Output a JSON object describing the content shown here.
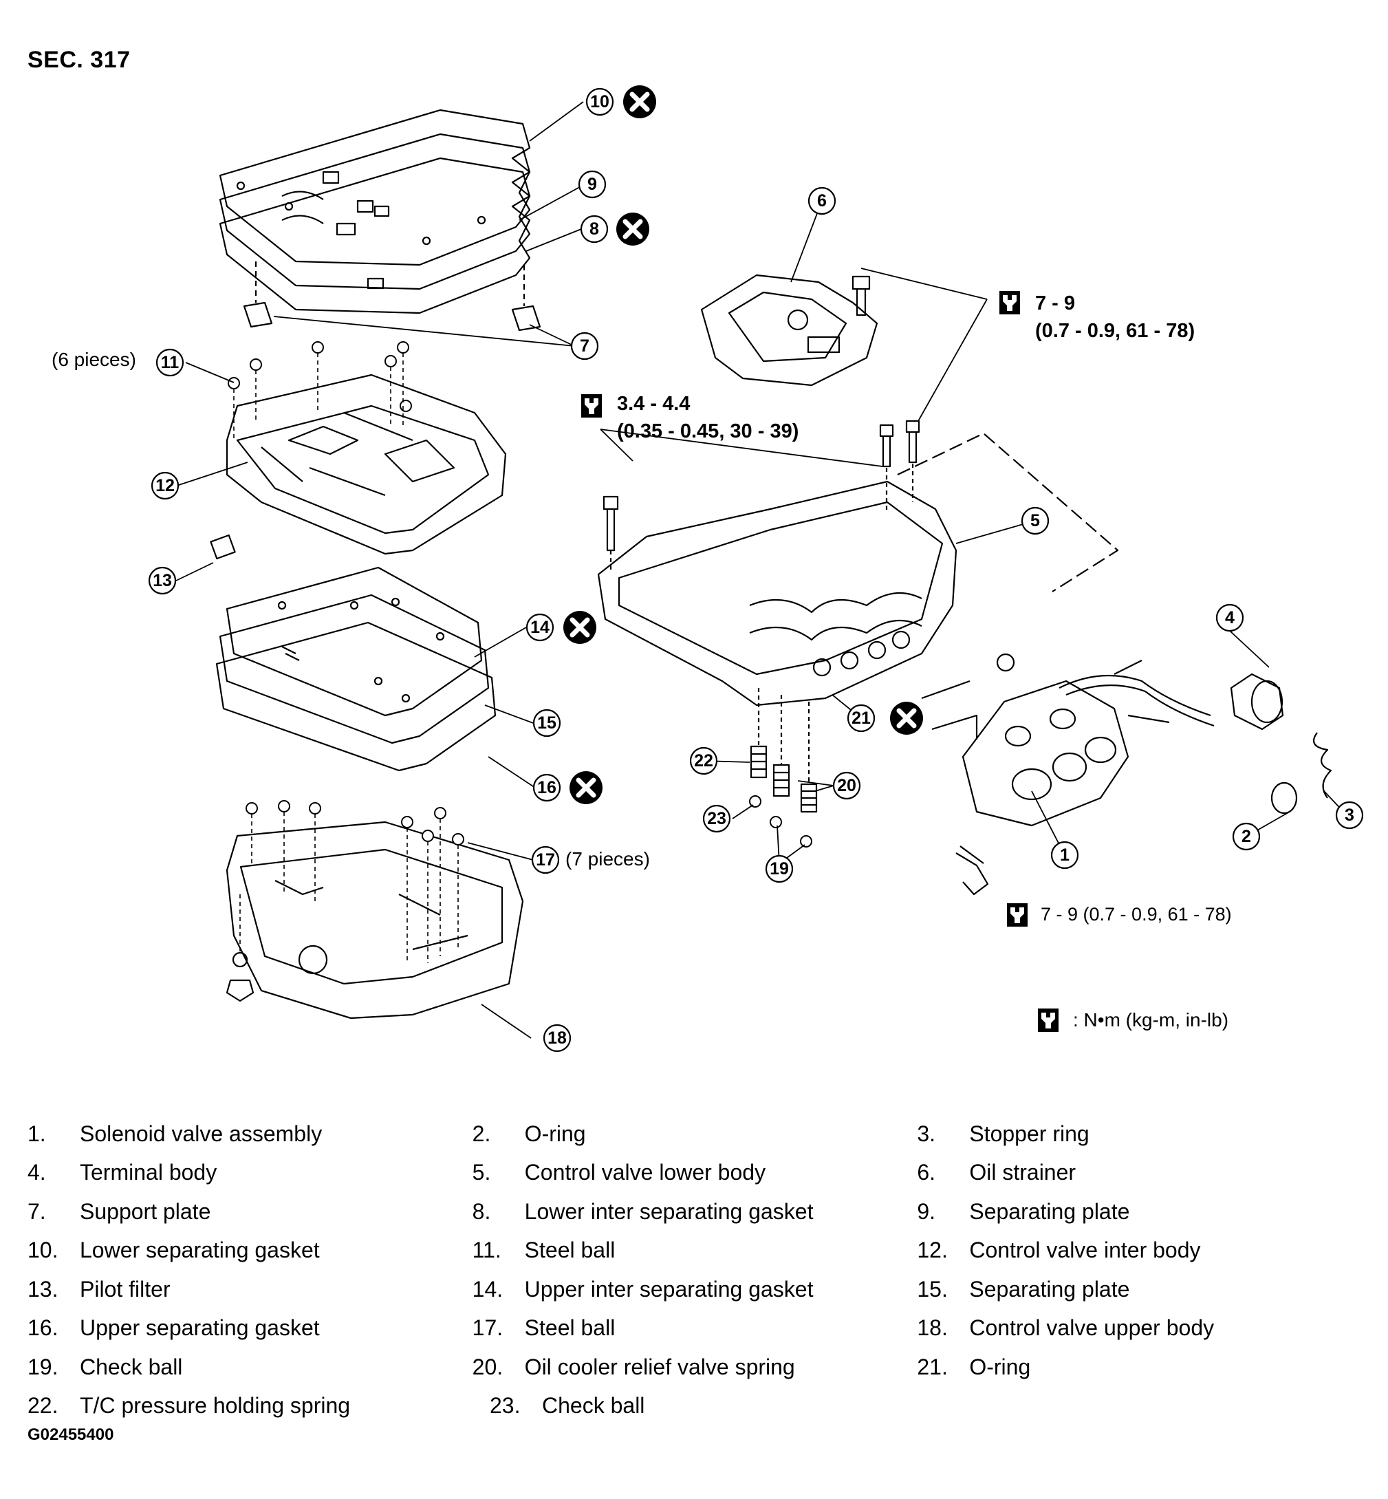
{
  "section_title": "SEC. 317",
  "callouts": [
    "1",
    "2",
    "3",
    "4",
    "5",
    "6",
    "7",
    "8",
    "9",
    "10",
    "11",
    "12",
    "13",
    "14",
    "15",
    "16",
    "17",
    "18",
    "19",
    "20",
    "21",
    "22",
    "23"
  ],
  "annotations": {
    "six_pieces": "(6 pieces)",
    "seven_pieces": "(7 pieces)"
  },
  "torque_specs": {
    "upper_right_1": "7  -  9",
    "upper_right_2": "(0.7  -  0.9,  61  -  78)",
    "middle_1": "3.4  -  4.4",
    "middle_2": "(0.35  -  0.45,  30  -  39)",
    "lower": "7 - 9 (0.7 - 0.9, 61 - 78)",
    "unit_note": ":  N•m  (kg-m,  in-lb)"
  },
  "icons": {
    "torque": "torque-wrench-icon",
    "replace": "do-not-reuse-x-icon"
  },
  "legend": [
    {
      "num": "1.",
      "label": "Solenoid valve assembly"
    },
    {
      "num": "2.",
      "label": "O-ring"
    },
    {
      "num": "3.",
      "label": "Stopper ring"
    },
    {
      "num": "4.",
      "label": "Terminal body"
    },
    {
      "num": "5.",
      "label": "Control valve lower body"
    },
    {
      "num": "6.",
      "label": "Oil strainer"
    },
    {
      "num": "7.",
      "label": "Support plate"
    },
    {
      "num": "8.",
      "label": "Lower inter separating gasket"
    },
    {
      "num": "9.",
      "label": "Separating plate"
    },
    {
      "num": "10.",
      "label": "Lower separating gasket"
    },
    {
      "num": "11.",
      "label": "Steel ball"
    },
    {
      "num": "12.",
      "label": "Control valve inter body"
    },
    {
      "num": "13.",
      "label": "Pilot filter"
    },
    {
      "num": "14.",
      "label": "Upper inter separating gasket"
    },
    {
      "num": "15.",
      "label": "Separating plate"
    },
    {
      "num": "16.",
      "label": "Upper separating gasket"
    },
    {
      "num": "17.",
      "label": "Steel ball"
    },
    {
      "num": "18.",
      "label": "Control valve upper body"
    },
    {
      "num": "19.",
      "label": "Check ball"
    },
    {
      "num": "20.",
      "label": "Oil cooler relief valve spring"
    },
    {
      "num": "21.",
      "label": "O-ring"
    },
    {
      "num": "22.",
      "label": "T/C pressure holding spring"
    },
    {
      "num": "23.",
      "label": "Check ball"
    }
  ],
  "image_code": "G02455400"
}
